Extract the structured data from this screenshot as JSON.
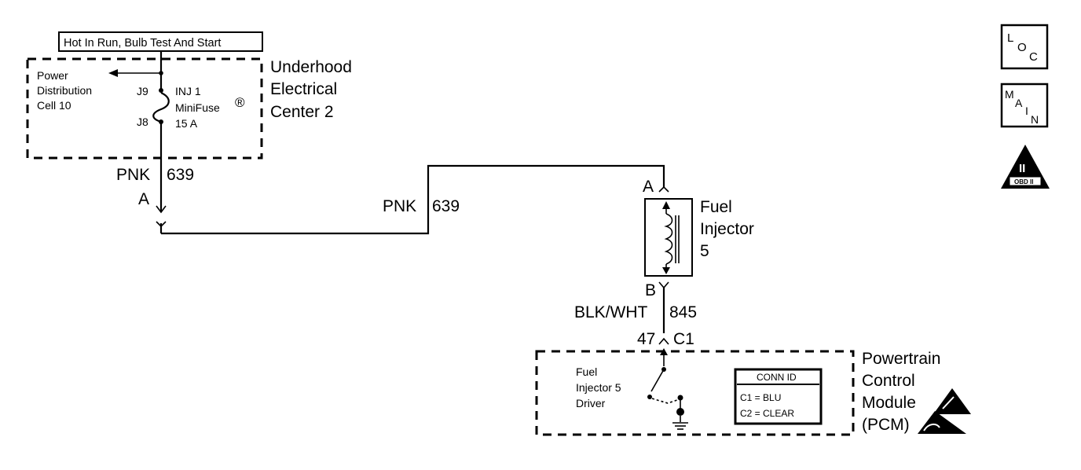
{
  "hot_label": "Hot In Run, Bulb Test And Start",
  "underhood": {
    "title_lines": [
      "Underhood",
      "Electrical",
      "Center 2"
    ],
    "power_distribution_lines": [
      "Power",
      "Distribution",
      "Cell 10"
    ],
    "pin_j9": "J9",
    "pin_j8": "J8",
    "fuse_lines": [
      "INJ 1",
      "MiniFuse",
      "15 A"
    ],
    "fuse_mark": "®"
  },
  "wires": {
    "pnk_color": "PNK",
    "pnk_circuit": "639",
    "blk_color": "BLK/WHT",
    "blk_circuit": "845"
  },
  "connectors": {
    "a_left": "A",
    "a_injector": "A",
    "b_injector": "B",
    "pcm_pin": "47",
    "pcm_conn": "C1"
  },
  "injector": {
    "label_lines": [
      "Fuel",
      "Injector",
      "5"
    ]
  },
  "pcm": {
    "title_lines": [
      "Powertrain",
      "Control",
      "Module",
      "(PCM)"
    ],
    "driver_lines": [
      "Fuel",
      "Injector 5",
      "Driver"
    ],
    "conn_id": {
      "header": "CONN ID",
      "rows": [
        "C1 = BLU",
        "C2 = CLEAR"
      ]
    }
  },
  "icons": {
    "loc": {
      "letters": [
        "L",
        "O",
        "C"
      ]
    },
    "main": {
      "letters": [
        "M",
        "A",
        "I",
        "N"
      ]
    },
    "obd": {
      "numeral": "II",
      "label": "OBD II"
    }
  }
}
